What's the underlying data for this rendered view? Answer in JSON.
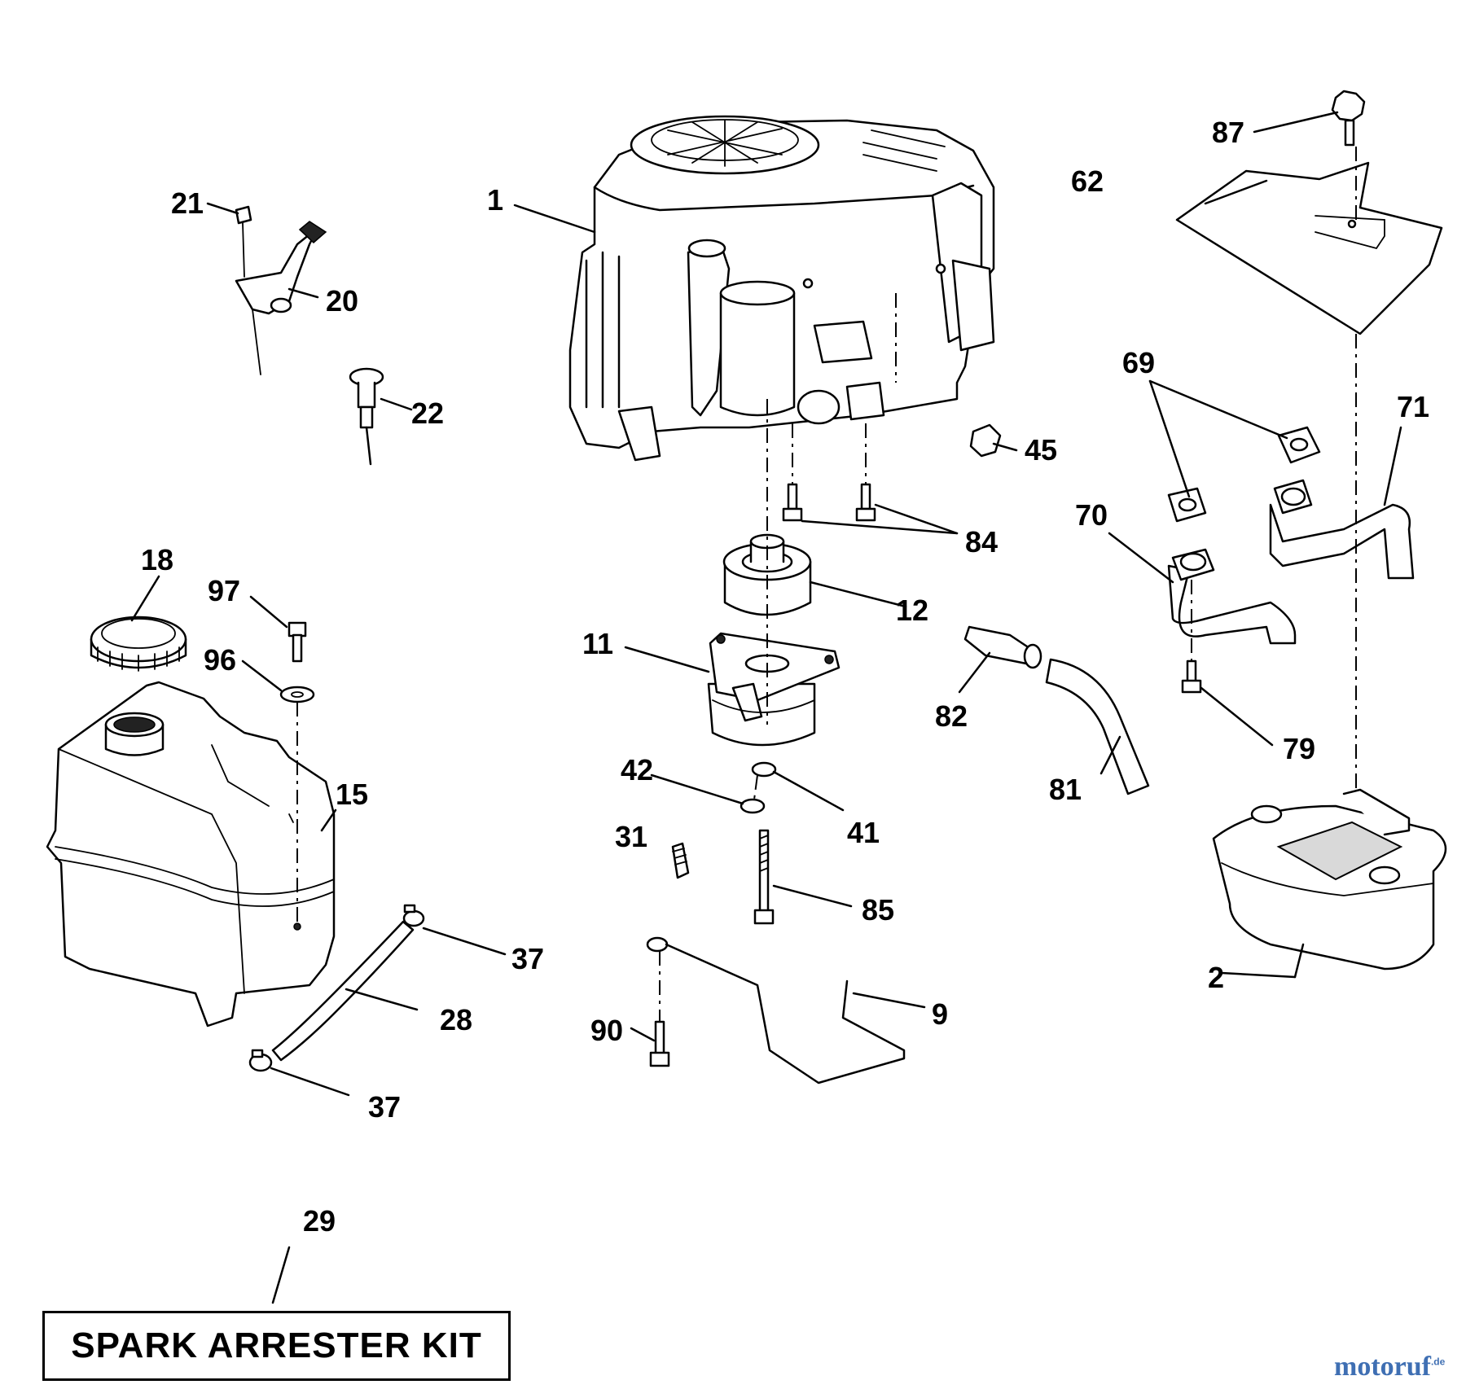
{
  "callouts": {
    "c1": "1",
    "c2": "2",
    "c9": "9",
    "c11": "11",
    "c12": "12",
    "c15": "15",
    "c18": "18",
    "c20": "20",
    "c21": "21",
    "c22": "22",
    "c28": "28",
    "c29": "29",
    "c31": "31",
    "c37a": "37",
    "c37b": "37",
    "c41": "41",
    "c42": "42",
    "c45": "45",
    "c62": "62",
    "c69": "69",
    "c70": "70",
    "c71": "71",
    "c79": "79",
    "c81": "81",
    "c82": "82",
    "c84": "84",
    "c85": "85",
    "c87": "87",
    "c90": "90",
    "c96": "96",
    "c97": "97"
  },
  "kit_label": "SPARK ARRESTER KIT",
  "watermark": {
    "brand": "motoruf",
    "tld": ".de"
  },
  "colors": {
    "line": "#000000",
    "background": "#ffffff",
    "watermark": "#3f6fb3"
  }
}
